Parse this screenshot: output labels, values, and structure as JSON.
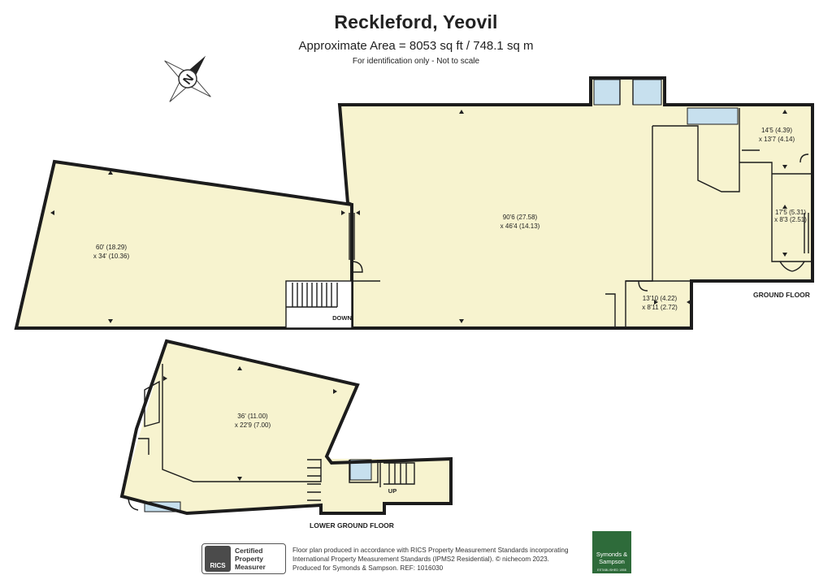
{
  "header": {
    "title": "Reckleford, Yeovil",
    "area": "Approximate Area = 8053 sq ft / 748.1 sq m",
    "note": "For identification only - Not to scale"
  },
  "compass": {
    "letter": "N"
  },
  "rooms": [
    {
      "id": "west-hall",
      "dim1": "60' (18.29)",
      "dim2": "x 34' (10.36)"
    },
    {
      "id": "main-hall",
      "dim1": "90'6 (27.58)",
      "dim2": "x 46'4 (14.13)"
    },
    {
      "id": "office-ne",
      "dim1": "14'5 (4.39)",
      "dim2": "x 13'7 (4.14)"
    },
    {
      "id": "office-e",
      "dim1": "17'5 (5.31)",
      "dim2": "x 8'3 (2.51)"
    },
    {
      "id": "office-s",
      "dim1": "13'10 (4.22)",
      "dim2": "x 8'11 (2.72)"
    },
    {
      "id": "basement",
      "dim1": "36' (11.00)",
      "dim2": "x 22'9 (7.00)"
    }
  ],
  "labels": {
    "ground_floor": "GROUND FLOOR",
    "lower_ground_floor": "LOWER GROUND FLOOR",
    "down": "DOWN",
    "up": "UP"
  },
  "footer": {
    "rics_short": "RICS",
    "rics_line1": "Certified",
    "rics_line2": "Property",
    "rics_line3": "Measurer",
    "text_line1": "Floor plan produced in accordance with RICS Property Measurement Standards incorporating",
    "text_line2": "International Property Measurement Standards (IPMS2 Residential).  © nichecom 2023.",
    "text_line3": "Produced for Symonds & Sampson.    REF: 1016030",
    "brand_name": "Symonds & Sampson",
    "brand_tagline": "ESTABLISHED 1858"
  },
  "colors": {
    "floor": "#f7f3cf",
    "wet_area": "#c7e0ee",
    "wall": "#1c1c1c",
    "brand": "#2e6b3a"
  }
}
